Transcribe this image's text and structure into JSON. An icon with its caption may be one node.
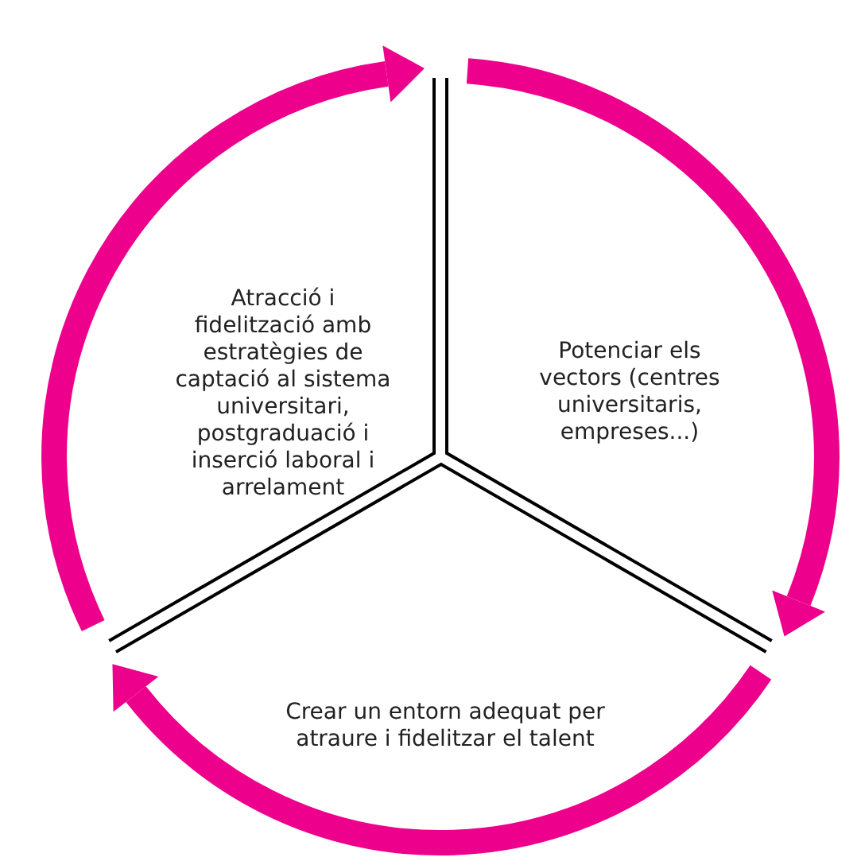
{
  "diagram": {
    "nodes": [
      {
        "text": [
          "Atracció i fidelització amb estratègies de captació al sistema universitari, postgraduació i inserció laboral i arrelament"
        ]
      },
      {
        "text": [
          "Potenciar els vectors (centres universitaris, empreses...)"
        ]
      },
      {
        "text": [
          "Crear un entorn adequat per atraure i fidelitzar el talent"
        ]
      }
    ],
    "edges": [
      {
        "from": 0,
        "to": 1,
        "arrow": "to"
      },
      {
        "from": 1,
        "to": 2,
        "arrow": "to"
      },
      {
        "from": 2,
        "to": 0,
        "arrow": "to"
      }
    ]
  }
}
